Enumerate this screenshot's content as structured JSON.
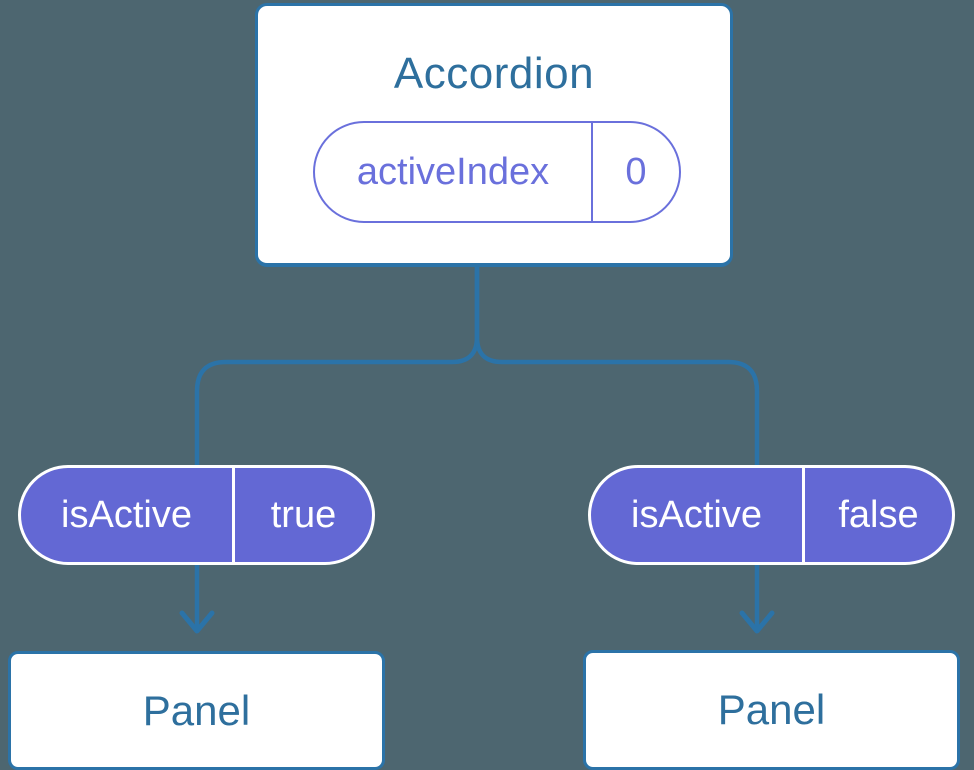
{
  "colors": {
    "background": "#4d6670",
    "line": "#2b73a8",
    "node_border": "#2b73a8",
    "heading_text": "#2e6f9d",
    "purple_fill": "#6368d4",
    "purple_stroke": "#6a70dc",
    "pill_text_light": "#ffffff"
  },
  "tree": {
    "root": {
      "title": "Accordion",
      "state": {
        "name": "activeIndex",
        "value": "0"
      }
    },
    "children": [
      {
        "prop": {
          "name": "isActive",
          "value": "true"
        },
        "label": "Panel"
      },
      {
        "prop": {
          "name": "isActive",
          "value": "false"
        },
        "label": "Panel"
      }
    ]
  }
}
